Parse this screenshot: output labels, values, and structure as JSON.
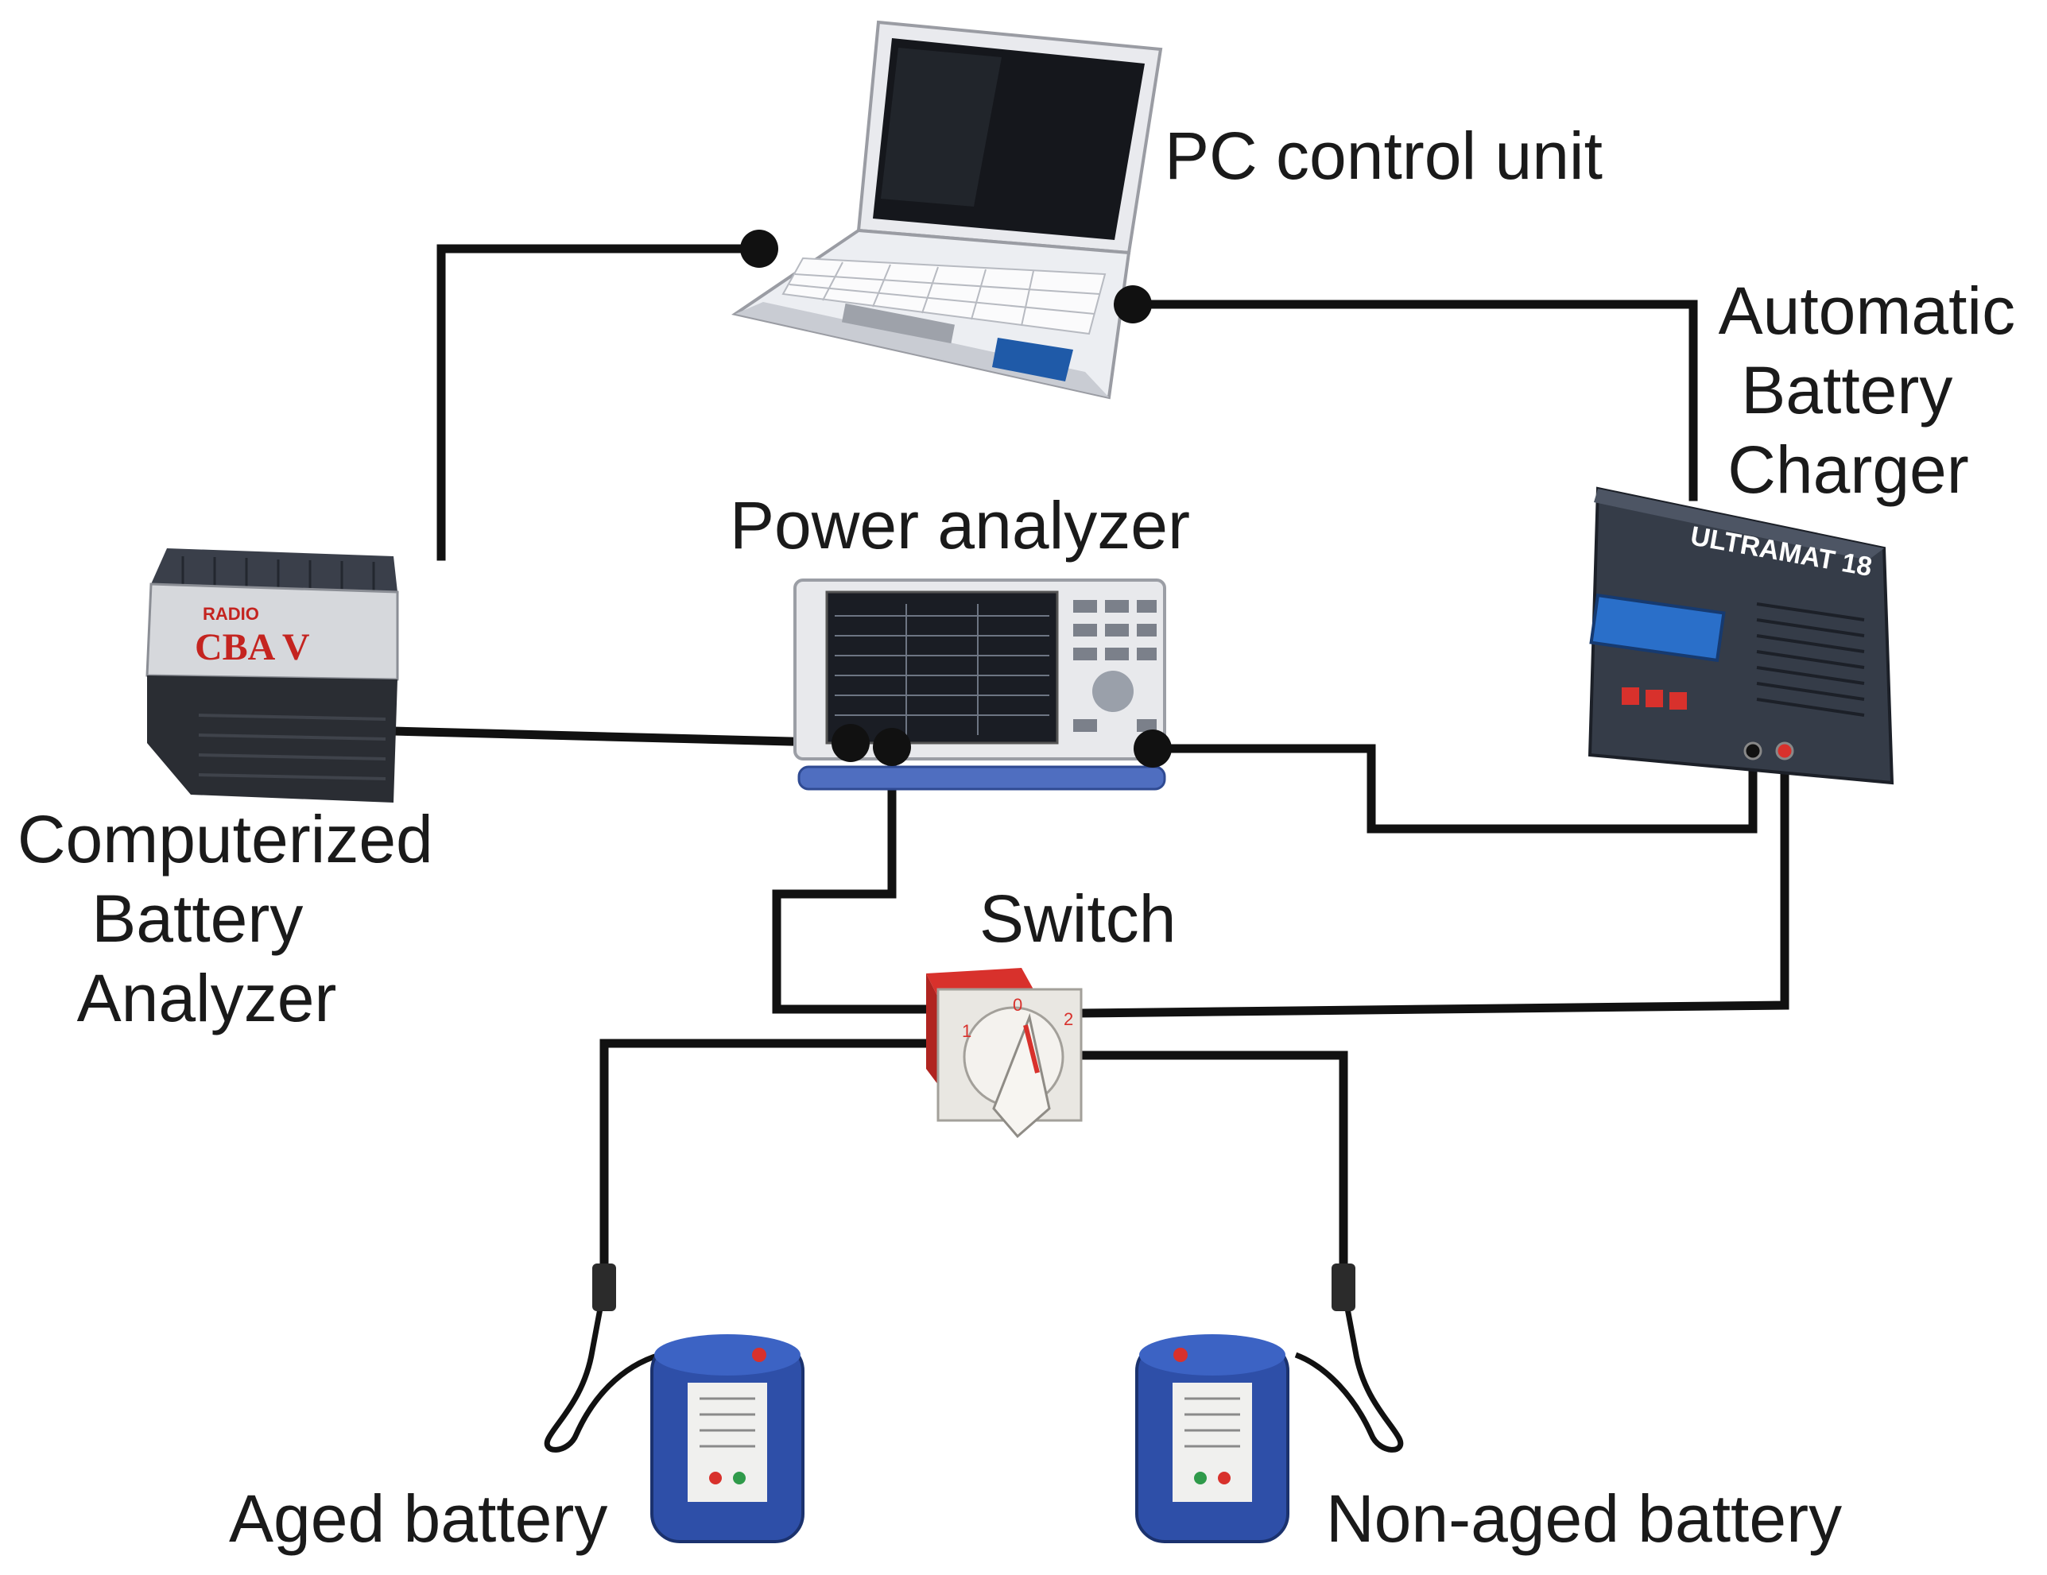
{
  "labels": {
    "pc": "PC control unit",
    "charger": [
      "Automatic",
      "Battery",
      "Charger"
    ],
    "power_analyzer": "Power analyzer",
    "cba": [
      "Computerized",
      "Battery",
      "Analyzer"
    ],
    "switch": "Switch",
    "aged": "Aged battery",
    "non_aged": "Non-aged battery"
  },
  "device_text": {
    "charger_model": "ULTRAMAT 18",
    "cba_brand": "RADIO",
    "cba_model": "CBA V",
    "switch_positions": [
      "0",
      "1",
      "2"
    ]
  },
  "colors": {
    "wire": "#111111",
    "battery_blue": "#2e4fa8",
    "switch_red": "#d8312c",
    "charger_dark": "#3a4250",
    "screen_blue": "#2a6fc9"
  }
}
